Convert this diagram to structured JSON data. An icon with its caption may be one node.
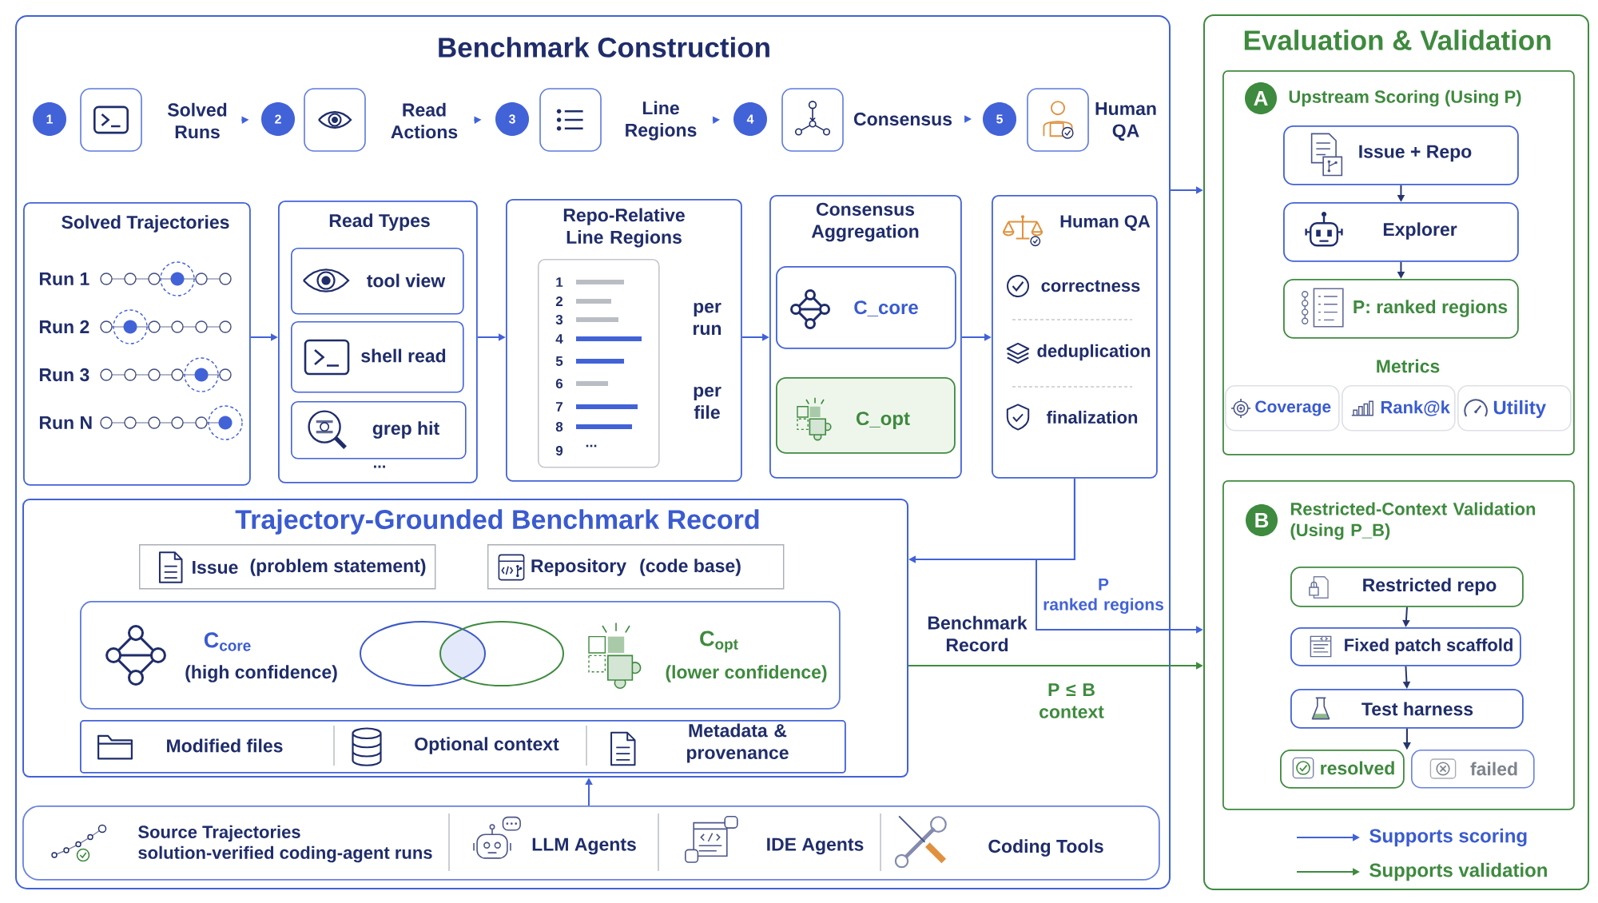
{
  "diagram": {
    "nodes": [
      {
        "text": [
          "Benchmark Construction"
        ]
      },
      {
        "text": [
          "1"
        ],
        "in": 0
      },
      {
        "text": [
          "Solved Runs"
        ],
        "in": 0
      },
      {
        "text": [
          "2"
        ],
        "in": 0
      },
      {
        "text": [
          "Read Actions"
        ],
        "in": 0
      },
      {
        "text": [
          "3"
        ],
        "in": 0
      },
      {
        "text": [
          "Line Regions"
        ],
        "in": 0
      },
      {
        "text": [
          "4"
        ],
        "in": 0
      },
      {
        "text": [
          "Consensus"
        ],
        "in": 0
      },
      {
        "text": [
          "5"
        ],
        "in": 0
      },
      {
        "text": [
          "Human QA"
        ],
        "in": 0
      },
      {
        "text": [
          "Solved Trajectories",
          "Run 1",
          "Run 2",
          "Run 3",
          "Run N"
        ],
        "in": 0
      },
      {
        "text": [
          "Read Types",
          "..."
        ],
        "in": 0
      },
      {
        "text": [
          "tool view"
        ],
        "in": 12
      },
      {
        "text": [
          "shell read"
        ],
        "in": 12
      },
      {
        "text": [
          "grep hit"
        ],
        "in": 12
      },
      {
        "text": [
          "Repo-Relative Line Regions",
          "per run",
          "per file"
        ],
        "in": 0
      },
      {
        "text": [
          "1",
          "2",
          "3",
          "4",
          "5",
          "6",
          "7",
          "8",
          "9",
          "..."
        ],
        "in": 16
      },
      {
        "text": [
          "Consensus Aggregation"
        ],
        "in": 0
      },
      {
        "text": [
          "C_core"
        ],
        "in": 18
      },
      {
        "text": [
          "C_opt"
        ],
        "in": 18
      },
      {
        "text": [
          "Human QA",
          "correctness",
          "deduplication",
          "finalization"
        ],
        "in": 0
      },
      {
        "text": [
          "Trajectory-Grounded Benchmark Record"
        ],
        "in": 0
      },
      {
        "text": [
          "Issue",
          "(problem statement)"
        ],
        "in": 22
      },
      {
        "text": [
          "Repository",
          "(code base)"
        ],
        "in": 22
      },
      {
        "text": [
          "C$_{core}$",
          "(high confidence)",
          "C$_{opt}$",
          "(lower confidence)"
        ],
        "in": 22
      },
      {
        "text": [
          "Modified files",
          "Optional context",
          "Metadata & provenance"
        ],
        "in": 22
      },
      {
        "text": [
          "Source Trajectories",
          "solution-verified coding-agent runs",
          "LLM Agents",
          "IDE Agents",
          "Coding Tools"
        ],
        "in": 0
      },
      {
        "text": [
          "Evaluation & Validation"
        ]
      },
      {
        "text": [
          "Upstream Scoring (Using P)",
          "Metrics"
        ],
        "in": 28
      },
      {
        "text": [
          "A"
        ],
        "in": 29
      },
      {
        "text": [
          "Issue + Repo"
        ],
        "in": 29
      },
      {
        "text": [
          "Explorer"
        ],
        "in": 29
      },
      {
        "text": [
          "P: ranked regions"
        ],
        "in": 29
      },
      {
        "text": [
          "Coverage"
        ],
        "in": 29
      },
      {
        "text": [
          "Rank@k"
        ],
        "in": 29
      },
      {
        "text": [
          "Utility"
        ],
        "in": 29
      },
      {
        "text": [
          "Restricted-Context Validation (Using P_B)"
        ],
        "in": 28
      },
      {
        "text": [
          "B"
        ],
        "in": 37
      },
      {
        "text": [
          "Restricted repo"
        ],
        "in": 37
      },
      {
        "text": [
          "Fixed patch scaffold"
        ],
        "in": 37
      },
      {
        "text": [
          "Test harness"
        ],
        "in": 37
      },
      {
        "text": [
          "resolved"
        ],
        "in": 37
      },
      {
        "text": [
          "failed"
        ],
        "in": 37
      }
    ],
    "edges": [
      {
        "from": 2,
        "to": 3,
        "arrow": "to"
      },
      {
        "from": 4,
        "to": 5,
        "arrow": "to"
      },
      {
        "from": 6,
        "to": 7,
        "arrow": "to"
      },
      {
        "from": 8,
        "to": 9,
        "arrow": "to"
      },
      {
        "from": 11,
        "to": 12,
        "arrow": "to"
      },
      {
        "from": 12,
        "to": 16,
        "arrow": "to"
      },
      {
        "from": 16,
        "to": 18,
        "arrow": "to"
      },
      {
        "from": 18,
        "to": 21,
        "arrow": "to"
      },
      {
        "from": 21,
        "to": 22,
        "arrow": "to"
      },
      {
        "from": 21,
        "to": 28,
        "arrow": "to",
        "label": "P ranked regions"
      },
      {
        "from": 22,
        "to": 28,
        "arrow": "to",
        "label": "P ≤ B context",
        "color": "#3e8a3e"
      },
      {
        "from": 27,
        "to": 22,
        "arrow": "to"
      },
      {
        "from": 0,
        "to": 28,
        "arrow": "to"
      },
      {
        "from": 31,
        "to": 32,
        "arrow": "to",
        "color": "#27366f"
      },
      {
        "from": 32,
        "to": 33,
        "arrow": "to",
        "color": "#27366f"
      },
      {
        "from": 39,
        "to": 40,
        "arrow": "to",
        "color": "#27366f"
      },
      {
        "from": 40,
        "to": 41,
        "arrow": "to",
        "color": "#27366f"
      },
      {
        "from": 41,
        "to": 42,
        "arrow": "to",
        "color": "#27366f"
      },
      {
        "from": 41,
        "to": 43,
        "arrow": "to",
        "color": "#27366f"
      }
    ],
    "labels": [
      "Benchmark Record"
    ],
    "legend": [
      {
        "text": "Supports scoring"
      },
      {
        "text": "Supports validation"
      }
    ]
  }
}
